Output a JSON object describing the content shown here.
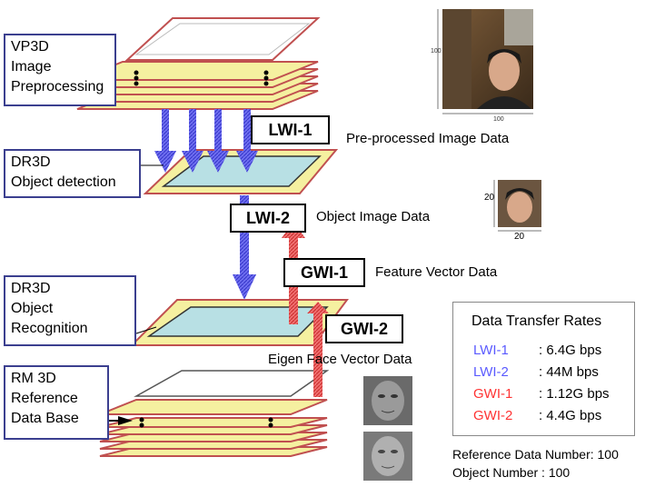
{
  "layer_labels": {
    "vp3d": [
      "VP3D",
      "Image",
      "Preprocessing"
    ],
    "dr3d_detect": [
      "DR3D",
      "Object detection"
    ],
    "dr3d_recog": [
      "DR3D",
      "Object",
      "Recognition"
    ],
    "rm3d": [
      "RM 3D",
      "Reference",
      "Data Base"
    ]
  },
  "interfaces": {
    "lwi1": "LWI-1",
    "lwi2": "LWI-2",
    "gwi1": "GWI-1",
    "gwi2": "GWI-2"
  },
  "data_labels": {
    "preprocessed": "Pre-processed Image Data",
    "object_image": "Object Image Data",
    "feature_vector": "Feature Vector Data",
    "eigen_face": "Eigen Face Vector Data"
  },
  "image_dims": {
    "large_w": "100",
    "large_h": "100",
    "small_w": "20",
    "small_h": "20"
  },
  "rates": {
    "title": "Data Transfer Rates",
    "rows": [
      {
        "name": "LWI-1",
        "value": ": 6.4G bps",
        "color": "#5a5aff"
      },
      {
        "name": "LWI-2",
        "value": ": 44M bps",
        "color": "#5a5aff"
      },
      {
        "name": "GWI-1",
        "value": ": 1.12G bps",
        "color": "#ff3333"
      },
      {
        "name": "GWI-2",
        "value": ": 4.4G bps",
        "color": "#ff3333"
      }
    ]
  },
  "footer": {
    "ref_number": "Reference Data Number: 100",
    "obj_number": "Object Number : 100"
  },
  "colors": {
    "blue_arrow": "#4a4aee",
    "red_arrow": "#ee3333",
    "layer_fill": "#f5f0a0",
    "layer_edge": "#e06060",
    "panel_fill": "#b8e0e4"
  }
}
